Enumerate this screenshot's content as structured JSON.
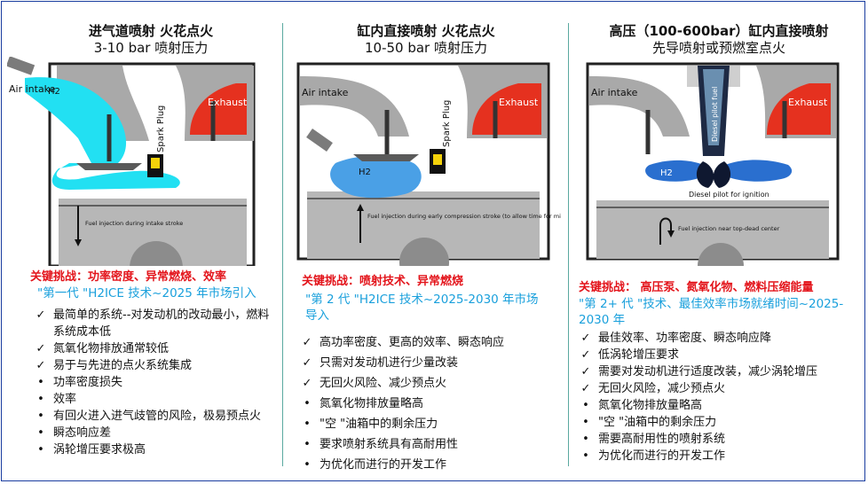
{
  "columns": [
    {
      "title1": "进气道喷射 火花点火",
      "title2": "3-10 bar 喷射压力",
      "labels": {
        "air": "Air intake",
        "exhaust": "Exhaust",
        "plug": "Spark Plug",
        "h2": "H2",
        "note": "Fuel injection during intake stroke"
      },
      "challenge": "关键挑战：功率密度、异常燃烧、效率",
      "generation": "\"第一代 \"H2ICE 技术~2025 年市场引入",
      "items": [
        {
          "mark": "✓",
          "text": "最简单的系统--对发动机的改动最小，燃料系统成本低"
        },
        {
          "mark": "✓",
          "text": "氮氧化物排放通常较低"
        },
        {
          "mark": "✓",
          "text": "易于与先进的点火系统集成"
        },
        {
          "mark": "•",
          "text": "功率密度损失"
        },
        {
          "mark": "•",
          "text": "效率"
        },
        {
          "mark": "•",
          "text": "有回火进入进气歧管的风险，极易预点火"
        },
        {
          "mark": "•",
          "text": "瞬态响应差"
        },
        {
          "mark": "•",
          "text": "涡轮增压要求极高"
        }
      ]
    },
    {
      "title1": "缸内直接喷射 火花点火",
      "title2": "10-50 bar 喷射压力",
      "labels": {
        "air": "Air intake",
        "exhaust": "Exhaust",
        "plug": "Spark Plug",
        "h2": "H2",
        "note": "Fuel injection during early compression stroke (to allow time for mixing)"
      },
      "challenge": "关键挑战：喷射技术、异常燃烧",
      "generation": "\"第 2 代 \"H2ICE 技术~2025-2030 年市场导入",
      "items": [
        {
          "mark": "✓",
          "text": "高功率密度、更高的效率、瞬态响应"
        },
        {
          "mark": "✓",
          "text": "只需对发动机进行少量改装"
        },
        {
          "mark": "✓",
          "text": "无回火风险、减少预点火"
        },
        {
          "mark": "•",
          "text": "氮氧化物排放量略高"
        },
        {
          "mark": "•",
          "text": "\"空 \"油箱中的剩余压力"
        },
        {
          "mark": "•",
          "text": "要求喷射系统具有高耐用性"
        },
        {
          "mark": "•",
          "text": "为优化而进行的开发工作"
        }
      ]
    },
    {
      "title1": "高压（100-600bar）缸内直接喷射",
      "title2": "先导喷射或预燃室点火",
      "labels": {
        "air": "Air intake",
        "exhaust": "Exhaust",
        "plug": "Diesel pilot fuel",
        "h2": "H2",
        "note": "Fuel injection near top-dead center",
        "pilot": "Diesel pilot for ignition"
      },
      "challenge": "关键挑战： 高压泵、氮氧化物、燃料压缩能量",
      "generation": "\"第 2+ 代 \"技术、最佳效率市场就绪时间~2025-2030 年",
      "items": [
        {
          "mark": "✓",
          "text": "最佳效率、功率密度、瞬态响应降"
        },
        {
          "mark": "✓",
          "text": "低涡轮增压要求"
        },
        {
          "mark": "✓",
          "text": "需要对发动机进行适度改装，减少涡轮增压"
        },
        {
          "mark": "✓",
          "text": "无回火风险，减少预点火"
        },
        {
          "mark": "•",
          "text": "氮氧化物排放量略高"
        },
        {
          "mark": "•",
          "text": "\"空 \"油箱中的剩余压力"
        },
        {
          "mark": "•",
          "text": "需要高耐用性的喷射系统"
        },
        {
          "mark": "•",
          "text": "为优化而进行的开发工作"
        }
      ]
    }
  ]
}
